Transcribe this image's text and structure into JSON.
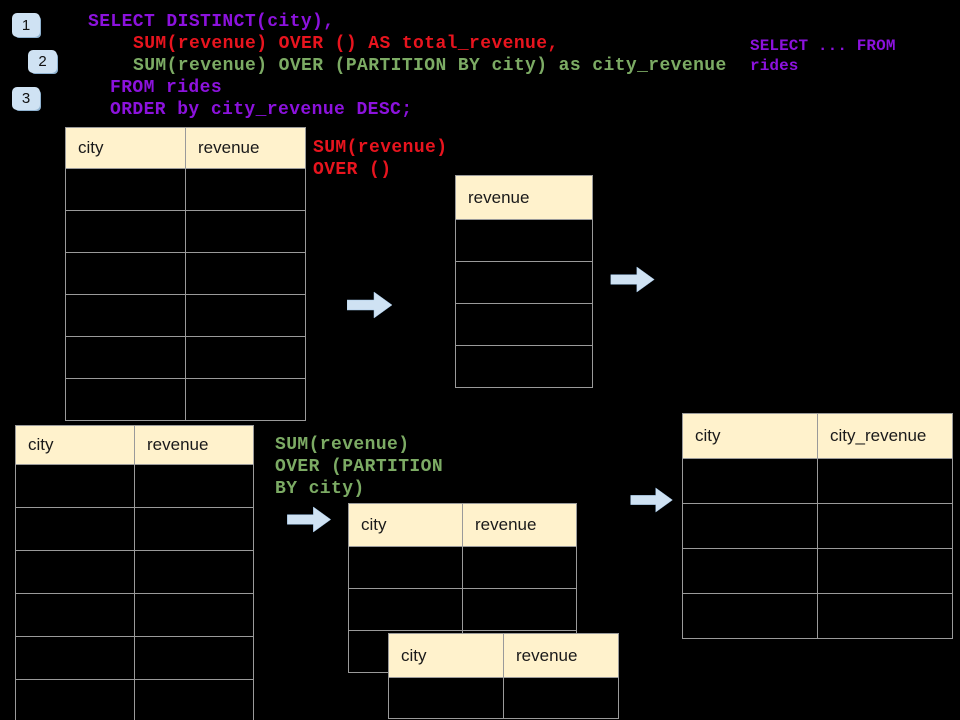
{
  "colors": {
    "background": "#000000",
    "purple": "#8c12dd",
    "red": "#e8141e",
    "green": "#7cab64",
    "header_fill": "#fff2cc",
    "table_border": "#9a9a9a",
    "accent_blue": "#cfe2f3"
  },
  "badges": [
    {
      "label": "1"
    },
    {
      "label": "2"
    },
    {
      "label": "3"
    }
  ],
  "sql": {
    "lines": [
      {
        "text": "SELECT DISTINCT(city),",
        "color": "purple"
      },
      {
        "text": "SUM(revenue) OVER () AS total_revenue,",
        "color": "red"
      },
      {
        "text": "SUM(revenue) OVER (PARTITION BY city) as city_revenue",
        "color": "green"
      },
      {
        "text": "FROM rides",
        "color": "purple"
      },
      {
        "text": "ORDER by city_revenue DESC;",
        "color": "purple"
      }
    ]
  },
  "side_note": {
    "color": "purple",
    "lines": [
      "SELECT ... FROM",
      "rides"
    ]
  },
  "annotations": {
    "total": {
      "color": "red",
      "lines": [
        "SUM(revenue)",
        "OVER ()"
      ]
    },
    "partition": {
      "color": "green",
      "lines": [
        "SUM(revenue)",
        "OVER (PARTITION",
        "BY city)"
      ]
    }
  },
  "tables": [
    {
      "name": "source-table-top",
      "columns": [
        "city",
        "revenue"
      ],
      "empty_rows": 6
    },
    {
      "name": "total-revenue-result",
      "columns": [
        "revenue"
      ],
      "empty_rows": 4
    },
    {
      "name": "source-table-bottom",
      "columns": [
        "city",
        "revenue"
      ],
      "empty_rows": 6
    },
    {
      "name": "partition-intermediate",
      "columns": [
        "city",
        "revenue"
      ],
      "empty_rows": 3
    },
    {
      "name": "partition-overlap",
      "columns": [
        "city",
        "revenue"
      ],
      "empty_rows": 1
    },
    {
      "name": "city-revenue-result",
      "columns": [
        "city",
        "city_revenue"
      ],
      "empty_rows": 4
    }
  ],
  "arrows": [
    {
      "direction": "right"
    },
    {
      "direction": "right"
    },
    {
      "direction": "right"
    },
    {
      "direction": "right"
    }
  ]
}
